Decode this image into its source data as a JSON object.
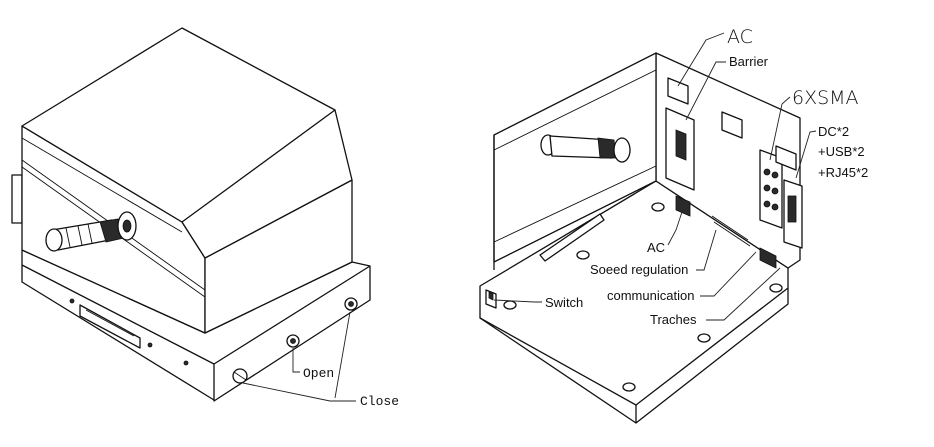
{
  "left_view": {
    "labels": {
      "open": "Open",
      "close": "Close"
    }
  },
  "right_view": {
    "labels": {
      "ac_top": "AC",
      "barrier": "Barrier",
      "sma": "6XSMA",
      "dc": "DC*2",
      "usb": "+USB*2",
      "rj45": "+RJ45*2",
      "ac_bottom": "AC",
      "speed_regulation": "Soeed regulation",
      "communication": "communication",
      "traches": "Traches",
      "switch": "Switch"
    }
  }
}
